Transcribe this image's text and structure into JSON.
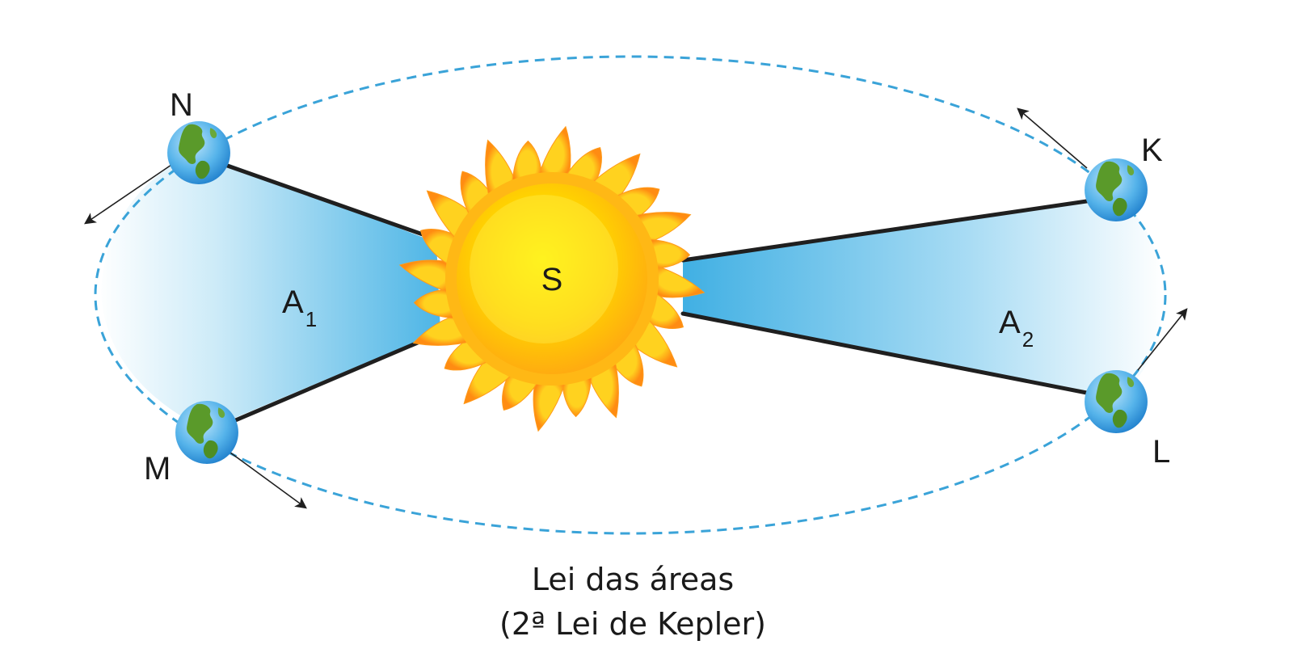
{
  "sun": {
    "label": "S"
  },
  "planets": [
    {
      "id": "N",
      "label": "N"
    },
    {
      "id": "M",
      "label": "M"
    },
    {
      "id": "K",
      "label": "K"
    },
    {
      "id": "L",
      "label": "L"
    }
  ],
  "areas": [
    {
      "letter": "A",
      "sub": "1"
    },
    {
      "letter": "A",
      "sub": "2"
    }
  ],
  "caption": {
    "line1": "Lei das áreas",
    "line2": "(2ª Lei de Kepler)"
  },
  "colors": {
    "orbit": "#3aa3d8",
    "sector": "#4fb6e6",
    "sun_core": "#ffd400",
    "sun_rays": "#ff9a1a",
    "line": "#1f1f1f"
  }
}
